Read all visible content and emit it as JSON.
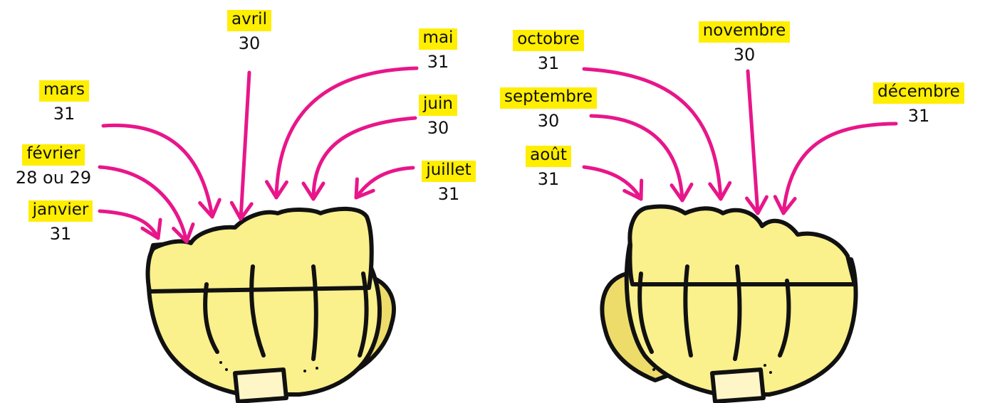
{
  "colors": {
    "highlight": "#ffee00",
    "arrow": "#e8168a",
    "skin": "#faf08c",
    "skin_shadow": "#eddc6a",
    "outline": "#111111"
  },
  "left_hand": {
    "months": [
      {
        "name": "janvier",
        "days": "31"
      },
      {
        "name": "février",
        "days": "28 ou 29"
      },
      {
        "name": "mars",
        "days": "31"
      },
      {
        "name": "avril",
        "days": "30"
      },
      {
        "name": "mai",
        "days": "31"
      },
      {
        "name": "juin",
        "days": "30"
      },
      {
        "name": "juillet",
        "days": "31"
      }
    ]
  },
  "right_hand": {
    "months": [
      {
        "name": "août",
        "days": "31"
      },
      {
        "name": "septembre",
        "days": "30"
      },
      {
        "name": "octobre",
        "days": "31"
      },
      {
        "name": "novembre",
        "days": "30"
      },
      {
        "name": "décembre",
        "days": "31"
      }
    ]
  }
}
